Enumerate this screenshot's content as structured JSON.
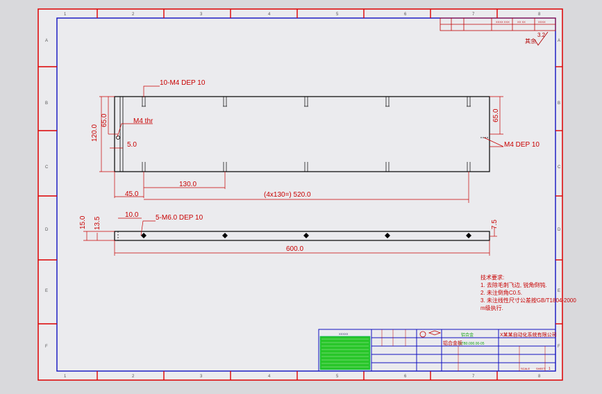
{
  "frame": {
    "top_numbers": [
      "1",
      "2",
      "3",
      "4",
      "5",
      "6",
      "7",
      "8"
    ],
    "bottom_numbers": [
      "1",
      "2",
      "3",
      "4",
      "5",
      "6",
      "7",
      "8"
    ],
    "side_letters": [
      "A",
      "B",
      "C",
      "D",
      "E",
      "F"
    ]
  },
  "revision_block_text": "",
  "roughness": {
    "value": "3.2",
    "prefix": "其余"
  },
  "top_view": {
    "hole_callout_top": "10-M4 DEP 10",
    "thread_callout": "M4 thr",
    "hole_callout_right": "M4 DEP 10",
    "dim_width": "120.0",
    "dim_half_left": "65.0",
    "dim_half_right": "65.0",
    "dim_edge": "5.0",
    "dim_first": "45.0",
    "dim_pitch": "130.0",
    "dim_pattern": "(4x130=) 520.0"
  },
  "side_view": {
    "dim_thickness": "15.0",
    "dim_hole_height": "13.5",
    "dim_end": "10.0",
    "hole_callout": "5-M6.0 DEP 10",
    "dim_right": "7.5",
    "dim_length": "600.0"
  },
  "notes": {
    "heading": "技术要求:",
    "lines": [
      "1. 去除毛刺飞边, 锐角倒钝.",
      "2. 未注倒角C0.5.",
      "3. 未注线性尺寸公差按GB/T1804-2000",
      "   m级执行."
    ]
  },
  "title_block": {
    "company": "X某某自动化系统有限公司",
    "part_name": "铝合金板",
    "drawing_no": "LTB0.000.00-05",
    "material": "铝合金",
    "scale_label": "SCALE",
    "sheet_label": "SHEET",
    "sheet_value": "1",
    "green_stamp": "Green stamp"
  },
  "colors": {
    "frame": "#e0000f",
    "geometry": "#000000",
    "paper": "#ebebee",
    "annotation": "#c80000",
    "green": "#13c213"
  }
}
